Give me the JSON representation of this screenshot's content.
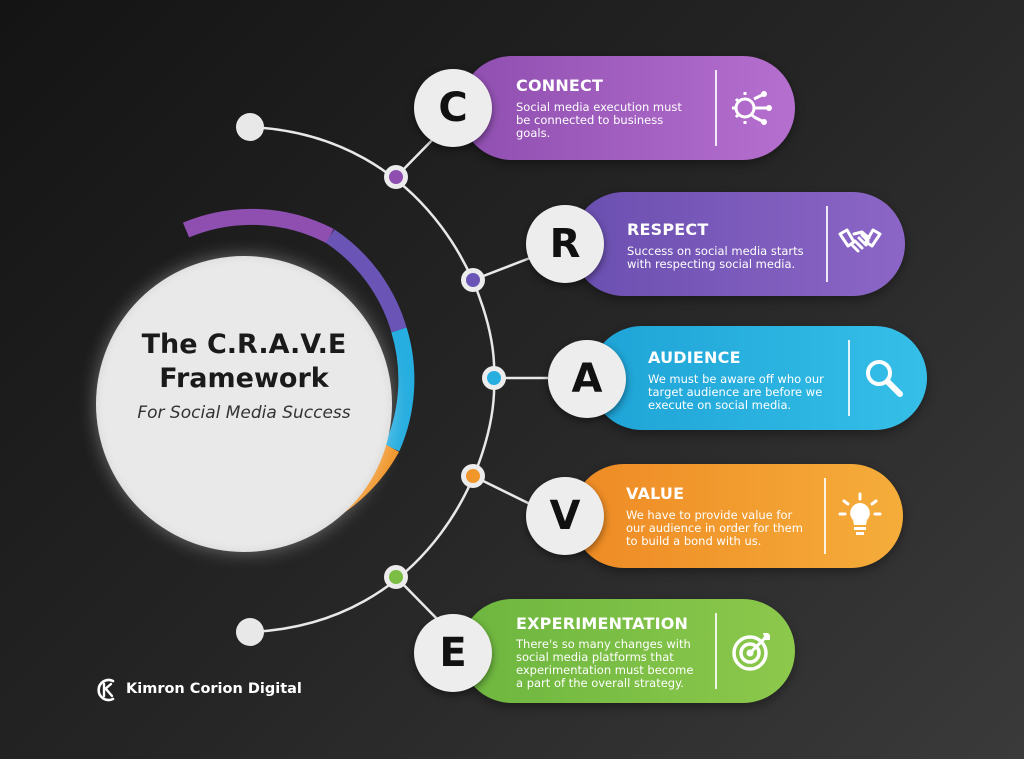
{
  "center": {
    "title_line1": "The C.R.A.V.E",
    "title_line2": "Framework",
    "subtitle": "For Social Media Success"
  },
  "steps": [
    {
      "letter": "C",
      "title": "CONNECT",
      "desc": "Social media execution must be connected to business goals.",
      "icon": "gear-circuit-icon",
      "color": "#9b59b6"
    },
    {
      "letter": "R",
      "title": "RESPECT",
      "desc": "Success on social media starts with respecting social media.",
      "icon": "handshake-icon",
      "color": "#7a55b3"
    },
    {
      "letter": "A",
      "title": "AUDIENCE",
      "desc": "We must be aware off who our target audience are before we execute on social media.",
      "icon": "magnifier-icon",
      "color": "#27aee0"
    },
    {
      "letter": "V",
      "title": "VALUE",
      "desc": "We have to provide value for our audience in order for them to build a bond with us.",
      "icon": "lightbulb-icon",
      "color": "#f0962a"
    },
    {
      "letter": "E",
      "title": "EXPERIMENTATION",
      "desc": "There's so many changes with social media platforms that experimentation must become a part of the overall strategy.",
      "icon": "target-icon",
      "color": "#7cbd44"
    }
  ],
  "brand": {
    "name": "Kimron Corion Digital"
  }
}
